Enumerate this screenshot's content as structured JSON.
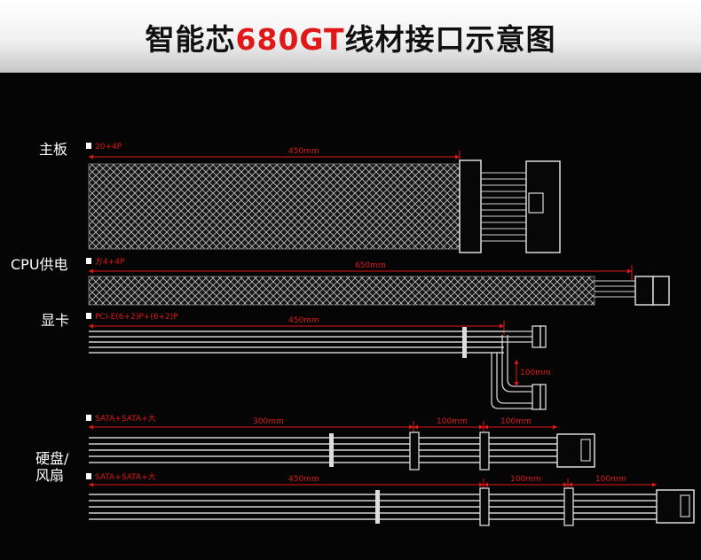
{
  "title": {
    "prefix": "智能芯",
    "model": "680GT",
    "suffix": "线材接口示意图"
  },
  "colors": {
    "accent": "#e01818",
    "background": "#050505",
    "cable": "#d2d2d2"
  },
  "cables": [
    {
      "group_label": "主板",
      "connector": "20+4P",
      "length": "450mm"
    },
    {
      "group_label": "CPU供电",
      "connector": "方4+4P",
      "length": "650mm"
    },
    {
      "group_label": "显卡",
      "connector": "PCI-E(6+2)P+(6+2)P",
      "length": "450mm",
      "branch_length": "100mm"
    },
    {
      "connector": "SATA+SATA+大",
      "lengths": [
        "300mm",
        "100mm",
        "100mm"
      ]
    },
    {
      "connector": "SATA+SATA+大",
      "lengths": [
        "450mm",
        "100mm",
        "100mm"
      ]
    }
  ],
  "storage_group_label": [
    "硬盘/",
    "风扇"
  ]
}
